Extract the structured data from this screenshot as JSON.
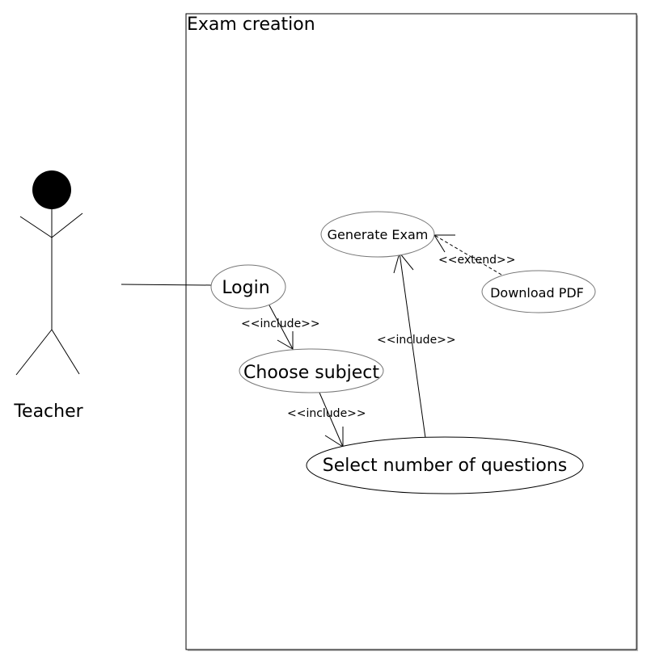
{
  "system": {
    "title": "Exam creation"
  },
  "actor": {
    "name": "Teacher"
  },
  "use_cases": {
    "login": "Login",
    "choose_subject": "Choose subject",
    "select_questions": "Select number of questions",
    "generate_exam": "Generate Exam",
    "download_pdf": "Download PDF"
  },
  "relations": {
    "login_choose": "<<include>>",
    "choose_select": "<<include>>",
    "select_generate": "<<include>>",
    "download_generate": "<<extend>>"
  },
  "colors": {
    "line": "#000000",
    "ellipse_border": "#777777",
    "shadow": "#bdbdbd"
  }
}
